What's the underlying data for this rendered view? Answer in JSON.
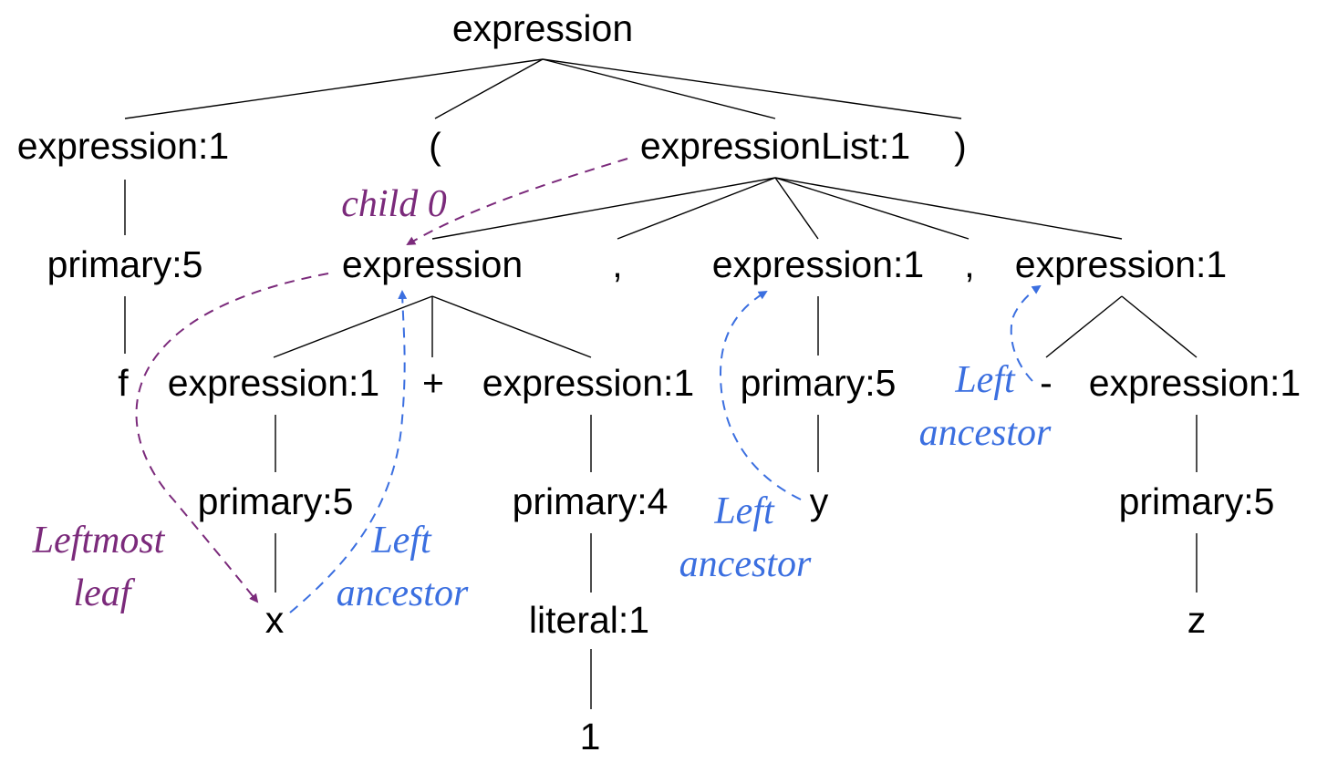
{
  "nodes": {
    "root": "expression",
    "n_expr_f": "expression:1",
    "n_lparen": "(",
    "n_exprlist": "expressionList:1",
    "n_rparen": ")",
    "n_primary_f": "primary:5",
    "n_expr0": "expression",
    "n_comma1": ",",
    "n_expr_y": "expression:1",
    "n_comma2": ",",
    "n_expr_neg": "expression:1",
    "n_f": "f",
    "n_expr_x": "expression:1",
    "n_plus": "+",
    "n_expr_1": "expression:1",
    "n_primary_y": "primary:5",
    "n_minus": "-",
    "n_expr_z": "expression:1",
    "n_primary_x": "primary:5",
    "n_primary_1": "primary:4",
    "n_y": "y",
    "n_primary_z": "primary:5",
    "n_x": "x",
    "n_literal": "literal:1",
    "n_z": "z",
    "n_one": "1"
  },
  "annotations": {
    "child0": "child 0",
    "leftmost_1": "Leftmost",
    "leftmost_2": "leaf",
    "left_x_1": "Left",
    "left_x_2": "ancestor",
    "left_y_1": "Left",
    "left_y_2": "ancestor",
    "left_neg_1": "Left",
    "left_neg_2": "ancestor"
  },
  "colors": {
    "purple_annotation": "#7b2a7b",
    "blue_annotation": "#3b6fe0",
    "tree_lines": "#000000"
  }
}
